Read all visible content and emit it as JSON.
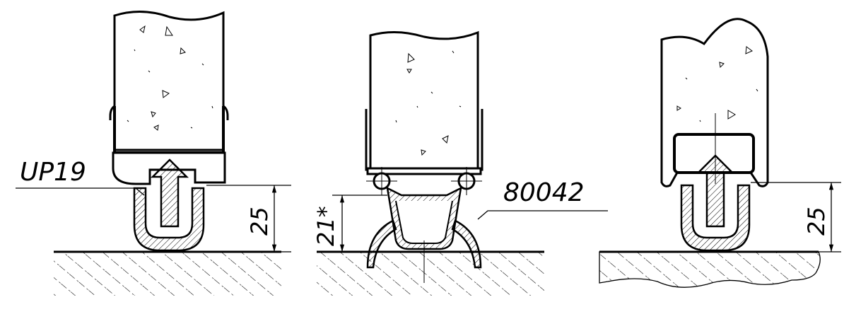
{
  "labels": {
    "left_profile": "UP19",
    "middle_profile": "80042",
    "middle_height": "21*",
    "left_height": "25",
    "right_height": "25"
  }
}
